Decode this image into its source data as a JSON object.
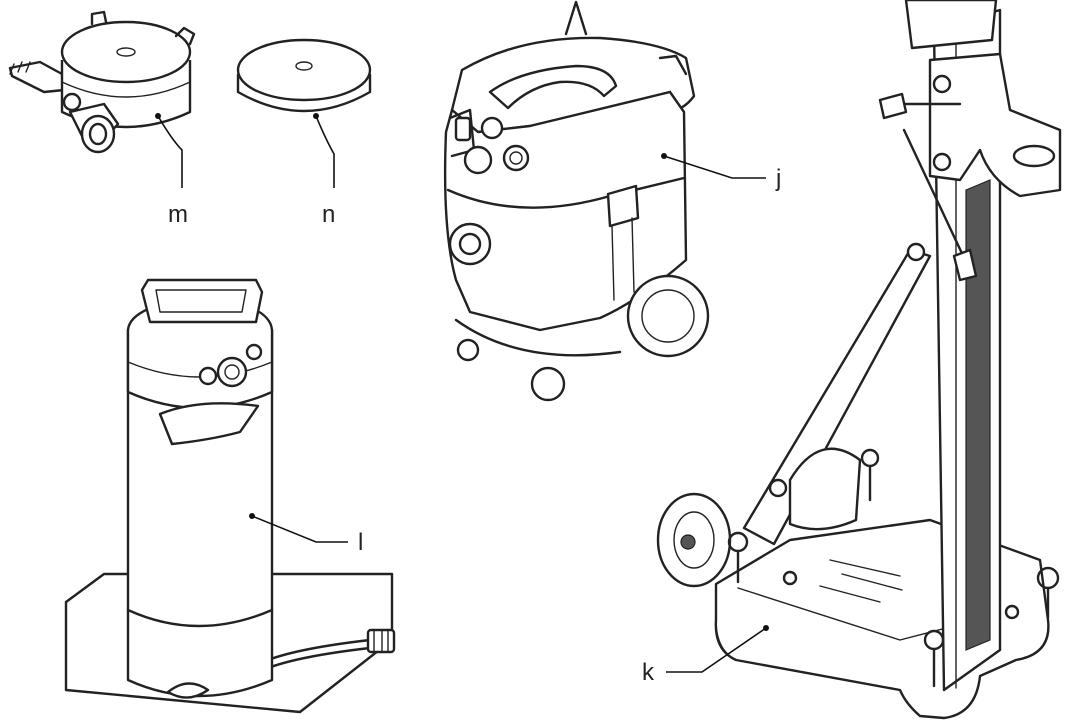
{
  "labels": {
    "m": "m",
    "n": "n",
    "j": "j",
    "l": "l",
    "k": "k"
  },
  "colors": {
    "line": "#222222",
    "background": "#ffffff"
  }
}
